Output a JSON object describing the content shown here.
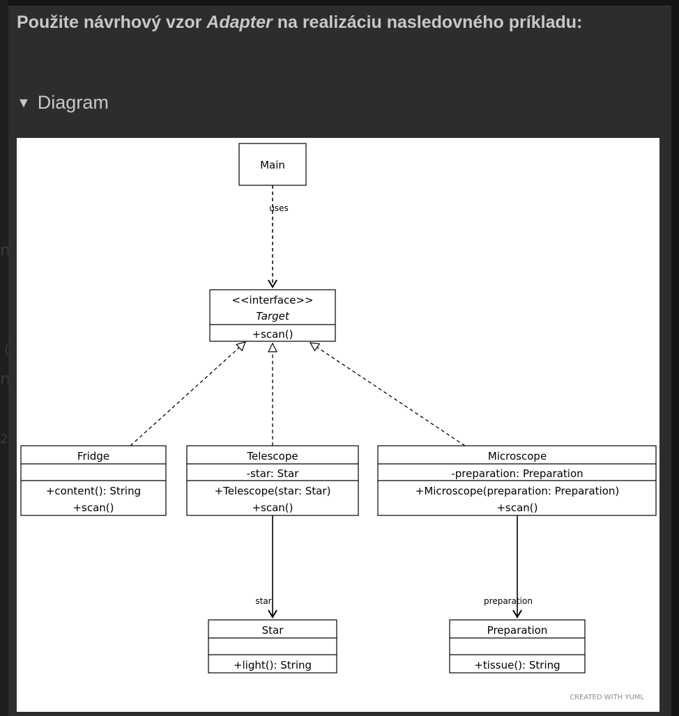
{
  "heading": {
    "before": "Použite návrhový vzor ",
    "pattern": "Adapter",
    "after": " na realizáciu nasledovného príkladu:"
  },
  "details": {
    "summary_label": "Diagram",
    "expanded": true
  },
  "diagram": {
    "classes": {
      "main": {
        "name": "Main"
      },
      "target": {
        "stereotype": "<<interface>>",
        "name": "Target",
        "methods": [
          "+scan()"
        ]
      },
      "fridge": {
        "name": "Fridge",
        "methods": [
          "+content(): String",
          "+scan()"
        ]
      },
      "telescope": {
        "name": "Telescope",
        "attributes": [
          "-star: Star"
        ],
        "methods": [
          "+Telescope(star: Star)",
          "+scan()"
        ]
      },
      "microscope": {
        "name": "Microscope",
        "attributes": [
          "-preparation: Preparation"
        ],
        "methods": [
          "+Microscope(preparation: Preparation)",
          "+scan()"
        ]
      },
      "star": {
        "name": "Star",
        "methods": [
          "+light(): String"
        ]
      },
      "preparation": {
        "name": "Preparation",
        "methods": [
          "+tissue(): String"
        ]
      }
    },
    "edge_labels": {
      "uses": "uses",
      "star": "star",
      "preparation": "preparation"
    },
    "watermark": "CREATED WITH YUML"
  }
}
